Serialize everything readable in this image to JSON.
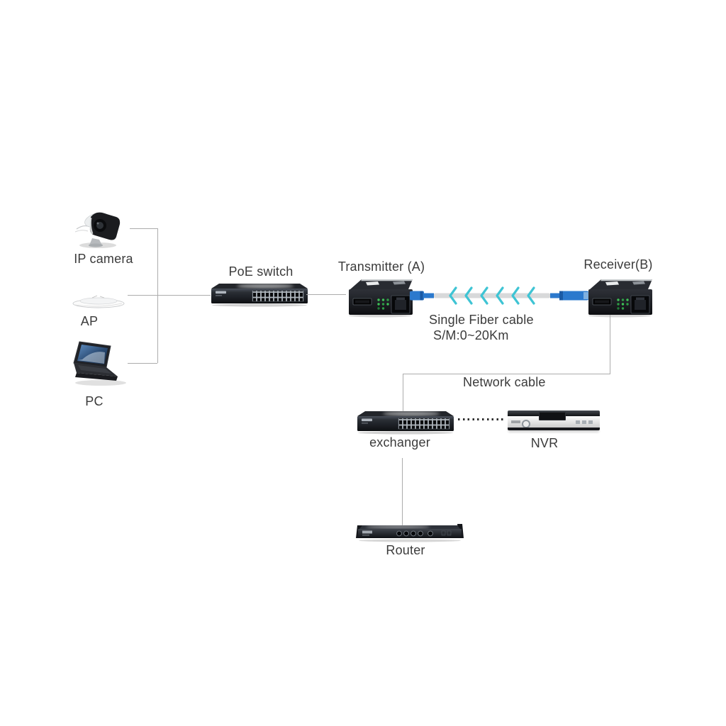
{
  "diagram": {
    "nodes": {
      "ip_camera": {
        "label": "IP camera"
      },
      "ap": {
        "label": "AP"
      },
      "pc": {
        "label": "PC"
      },
      "poe_switch": {
        "label": "PoE switch"
      },
      "transmitter": {
        "label": "Transmitter (A)"
      },
      "receiver": {
        "label": "Receiver(B)"
      },
      "exchanger": {
        "label": "exchanger"
      },
      "nvr": {
        "label": "NVR"
      },
      "router": {
        "label": "Router"
      }
    },
    "cables": {
      "fiber": {
        "name": "Single Fiber cable",
        "spec": "S/M:0~20Km"
      },
      "network": {
        "name": "Network cable"
      }
    },
    "colors": {
      "label_text": "#3b3b3b",
      "connector_line": "#acacac",
      "fiber_jacket_gray": "#d8d9da",
      "fiber_connector_blue": "#2b79cd",
      "fiber_chevron_cyan": "#3fc4d4",
      "status_led_green": "#3ec257",
      "device_dark": "#14161a"
    }
  }
}
